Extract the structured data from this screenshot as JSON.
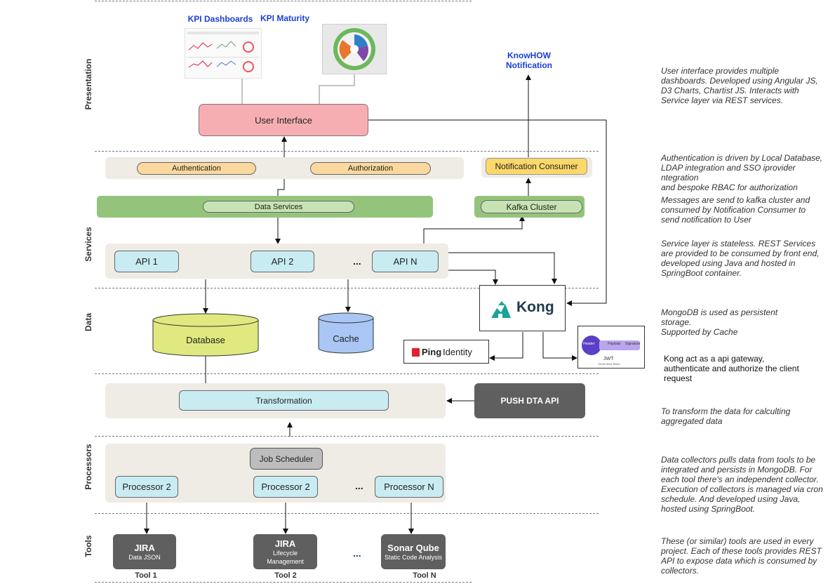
{
  "layers": {
    "presentation": "Presentation",
    "services": "Services",
    "data": "Data",
    "processors": "Processors",
    "tools": "Tools"
  },
  "presentation": {
    "kpi_dashboards": "KPI Dashboards",
    "kpi_maturity": "KPI Maturity",
    "knowhow_notification": "KnowHOW\nNotification",
    "user_interface": "User Interface"
  },
  "services": {
    "authentication": "Authentication",
    "authorization": "Authorization",
    "notification_consumer": "Notification Consumer",
    "data_services": "Data Services",
    "kafka_cluster": "Kafka Cluster",
    "apis": [
      "API 1",
      "API 2",
      "API N"
    ],
    "ellipsis": "..."
  },
  "data": {
    "kong": "Kong",
    "database": "Database",
    "cache": "Cache",
    "ping_identity_brand": "Ping",
    "ping_identity_rest": "Identity",
    "jwt": "JWT",
    "jwt_sub": "JSON Web Token",
    "jwt_parts": [
      "Header",
      "Payload",
      "Signature"
    ]
  },
  "transformation": {
    "label": "Transformation",
    "push_api": "PUSH DTA API"
  },
  "processors": {
    "job_scheduler": "Job Scheduler",
    "items": [
      "Processor 2",
      "Processor 2",
      "Processor N"
    ],
    "ellipsis": "..."
  },
  "tools": {
    "items": [
      {
        "name": "JIRA",
        "sub": "Data JSON",
        "label": "Tool 1"
      },
      {
        "name": "JIRA",
        "sub": "Lifecycle\nManagement",
        "label": "Tool 2"
      },
      {
        "name": "Sonar Qube",
        "sub": "Static Code Analysis",
        "label": "Tool N"
      }
    ],
    "ellipsis": "..."
  },
  "descriptions": {
    "presentation": "User interface provides multiple dashboards. Developed using Angular JS, D3 Charts, Chartist JS. Interacts with Service layer via REST services.",
    "auth": "Authentication is driven by Local Database, LDAP integration and SSO iprovider ntegration\nand bespoke RBAC for authorization",
    "kafka": "Messages are send to kafka cluster and consumed by Notification Consumer to send notification to User",
    "services": "Service layer is stateless. REST Services are provided to be consumed by front end, developed using Java and hosted in SpringBoot container.",
    "data": "MongoDB is used as persistent storage.\nSupported by Cache",
    "kong": "Kong act as a api gateway, authenticate and authorize the client request",
    "transformation": "To transform  the data for calculting aggregated data",
    "processors": "Data collectors pulls data from tools to be integrated and persists in MongoDB. For each tool there's an independent collector. Execution of collectors is managed via cron schedule. And developed using Java, hosted using SpringBoot.",
    "tools": "These (or similar) tools are used in every project. Each of these tools provides REST API  to expose data which is consumed by collectors."
  },
  "colors": {
    "user_interface": "#f7aeb2",
    "pill_orange": "#fbd89e",
    "notification": "#fcd86a",
    "green_band": "#94c47c",
    "api_blue": "#c9ecf3",
    "database": "#dfe97f",
    "cache": "#a9c6f4",
    "push_api": "#5f5f5f",
    "kong_teal": "#1aa39a",
    "ping_red": "#e3202b",
    "title_blue": "#1a3fd8"
  }
}
